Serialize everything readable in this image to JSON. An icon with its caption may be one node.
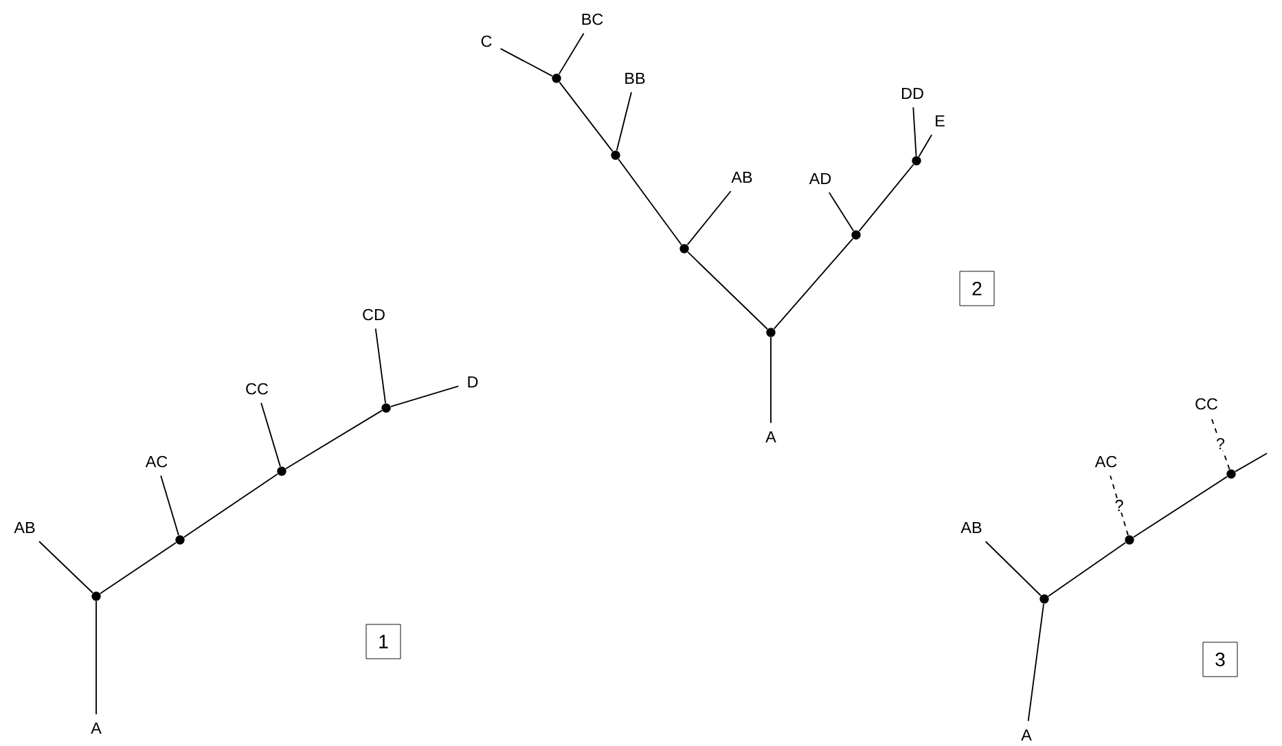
{
  "diagram": {
    "nodes": [
      {
        "text": [
          "A"
        ]
      },
      {
        "text": [
          "AB"
        ]
      },
      {
        "text": [
          "AC"
        ]
      },
      {
        "text": [
          "CC"
        ]
      },
      {
        "text": [
          "CD"
        ]
      },
      {
        "text": [
          "D"
        ]
      },
      {
        "text": [],
        "shape": "circle"
      },
      {
        "text": [],
        "shape": "circle"
      },
      {
        "text": [],
        "shape": "circle"
      },
      {
        "text": [],
        "shape": "circle"
      },
      {
        "text": [
          "1"
        ]
      },
      {
        "text": [
          "C"
        ]
      },
      {
        "text": [
          "BC"
        ]
      },
      {
        "text": [
          "BB"
        ]
      },
      {
        "text": [
          "AB"
        ]
      },
      {
        "text": [
          "AD"
        ]
      },
      {
        "text": [
          "DD"
        ]
      },
      {
        "text": [
          "E"
        ]
      },
      {
        "text": [
          "A"
        ]
      },
      {
        "text": [],
        "shape": "circle"
      },
      {
        "text": [],
        "shape": "circle"
      },
      {
        "text": [],
        "shape": "circle"
      },
      {
        "text": [],
        "shape": "circle"
      },
      {
        "text": [],
        "shape": "circle"
      },
      {
        "text": [],
        "shape": "circle"
      },
      {
        "text": [
          "2"
        ]
      },
      {
        "text": [
          "AC"
        ]
      },
      {
        "text": [
          "CC"
        ]
      },
      {
        "text": [
          "AB"
        ]
      },
      {
        "text": [
          "A"
        ]
      },
      {
        "text": [],
        "shape": "circle"
      },
      {
        "text": [],
        "shape": "circle"
      },
      {
        "text": [],
        "shape": "circle"
      },
      {
        "text": [
          "3"
        ]
      }
    ],
    "edges": [
      {
        "from": 6,
        "to": 0,
        "arrow": "none"
      },
      {
        "from": 6,
        "to": 1,
        "arrow": "none"
      },
      {
        "from": 6,
        "to": 7,
        "arrow": "none"
      },
      {
        "from": 7,
        "to": 2,
        "arrow": "none"
      },
      {
        "from": 7,
        "to": 8,
        "arrow": "none"
      },
      {
        "from": 8,
        "to": 3,
        "arrow": "none"
      },
      {
        "from": 8,
        "to": 9,
        "arrow": "none"
      },
      {
        "from": 9,
        "to": 4,
        "arrow": "none"
      },
      {
        "from": 9,
        "to": 5,
        "arrow": "none"
      },
      {
        "from": 19,
        "to": 18,
        "arrow": "none"
      },
      {
        "from": 19,
        "to": 20,
        "arrow": "none"
      },
      {
        "from": 20,
        "to": 14,
        "arrow": "none"
      },
      {
        "from": 20,
        "to": 21,
        "arrow": "none"
      },
      {
        "from": 21,
        "to": 13,
        "arrow": "none"
      },
      {
        "from": 21,
        "to": 22,
        "arrow": "none"
      },
      {
        "from": 22,
        "to": 11,
        "arrow": "none"
      },
      {
        "from": 22,
        "to": 12,
        "arrow": "none"
      },
      {
        "from": 19,
        "to": 23,
        "arrow": "none"
      },
      {
        "from": 23,
        "to": 15,
        "arrow": "none"
      },
      {
        "from": 23,
        "to": 24,
        "arrow": "none"
      },
      {
        "from": 24,
        "to": 16,
        "arrow": "none"
      },
      {
        "from": 24,
        "to": 17,
        "arrow": "none"
      },
      {
        "from": 30,
        "to": 29,
        "arrow": "none"
      },
      {
        "from": 30,
        "to": 28,
        "arrow": "none"
      },
      {
        "from": 30,
        "to": 31,
        "arrow": "none"
      },
      {
        "from": 31,
        "to": 26,
        "arrow": "none",
        "style": "dashed",
        "label": "?"
      },
      {
        "from": 31,
        "to": 32,
        "arrow": "none"
      },
      {
        "from": 32,
        "to": 27,
        "arrow": "none",
        "style": "dashed",
        "label": "?"
      },
      {
        "from": 32,
        "to": null,
        "arrow": "none"
      }
    ]
  }
}
